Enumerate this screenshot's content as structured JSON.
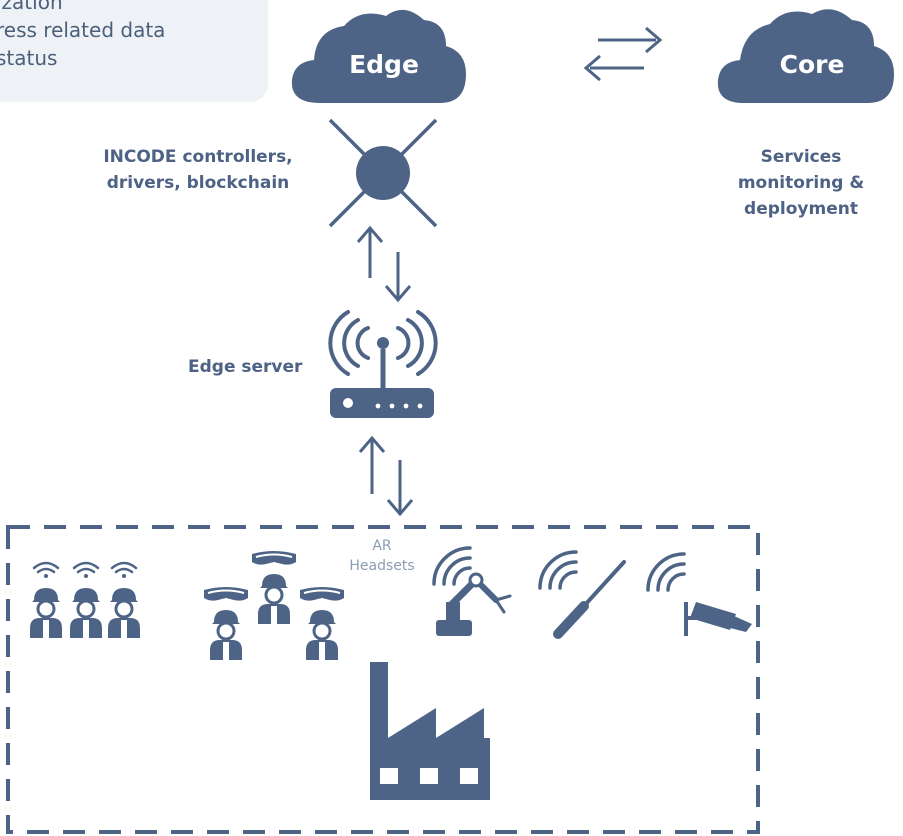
{
  "note": {
    "lines": [
      "ization",
      "ress related data",
      "status"
    ]
  },
  "clouds": {
    "edge": "Edge",
    "core": "Core"
  },
  "labels": {
    "controllers": [
      "INCODE controllers,",
      "drivers, blockchain"
    ],
    "services": [
      "Services",
      "monitoring &",
      "deployment"
    ],
    "edge_server": "Edge server",
    "ar_headsets": [
      "AR",
      "Headsets"
    ]
  },
  "icons": [
    "cloud-icon",
    "exchange-arrows-icon",
    "blockchain-node-icon",
    "bidirectional-arrows-icon",
    "wireless-router-icon",
    "connected-worker-icon",
    "ar-headset-worker-icon",
    "wireless-robot-arm-icon",
    "wireless-screwdriver-icon",
    "wireless-camera-icon",
    "factory-icon"
  ],
  "colors": {
    "icon": "#4e6486",
    "text": "#4d6284",
    "note_background": "#eef2f7",
    "ar_label": "#8c9db3"
  }
}
